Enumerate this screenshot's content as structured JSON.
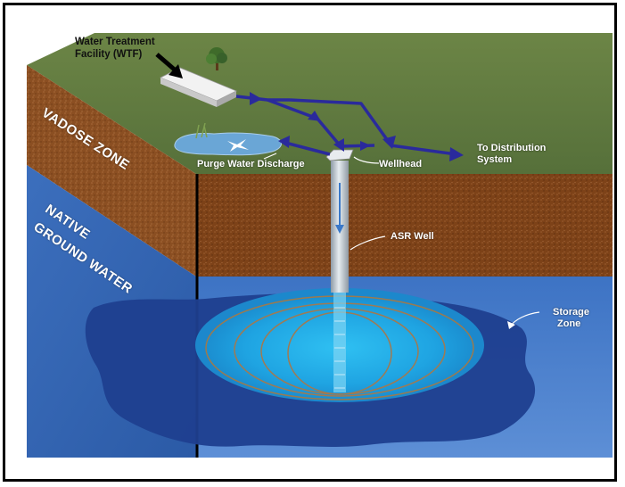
{
  "labels": {
    "wtf_line1": "Water Treatment",
    "wtf_line2": "Facility (WTF)",
    "vadose_zone": "VADOSE ZONE",
    "native_line1": "NATIVE",
    "native_line2": "GROUND WATER",
    "purge": "Purge Water Discharge",
    "wellhead": "Wellhead",
    "distribution_line1": "To Distribution",
    "distribution_line2": "System",
    "asr_well": "ASR Well",
    "storage_line1": "Storage",
    "storage_line2": "Zone"
  },
  "colors": {
    "grass": "#5f7a3e",
    "soil": "#8a4f22",
    "ground_water": "#2c5aa8",
    "storage_plume": "#27a8e0",
    "flow_arrows": "#2a2a9c",
    "well_casing": "#b9c2cc"
  }
}
